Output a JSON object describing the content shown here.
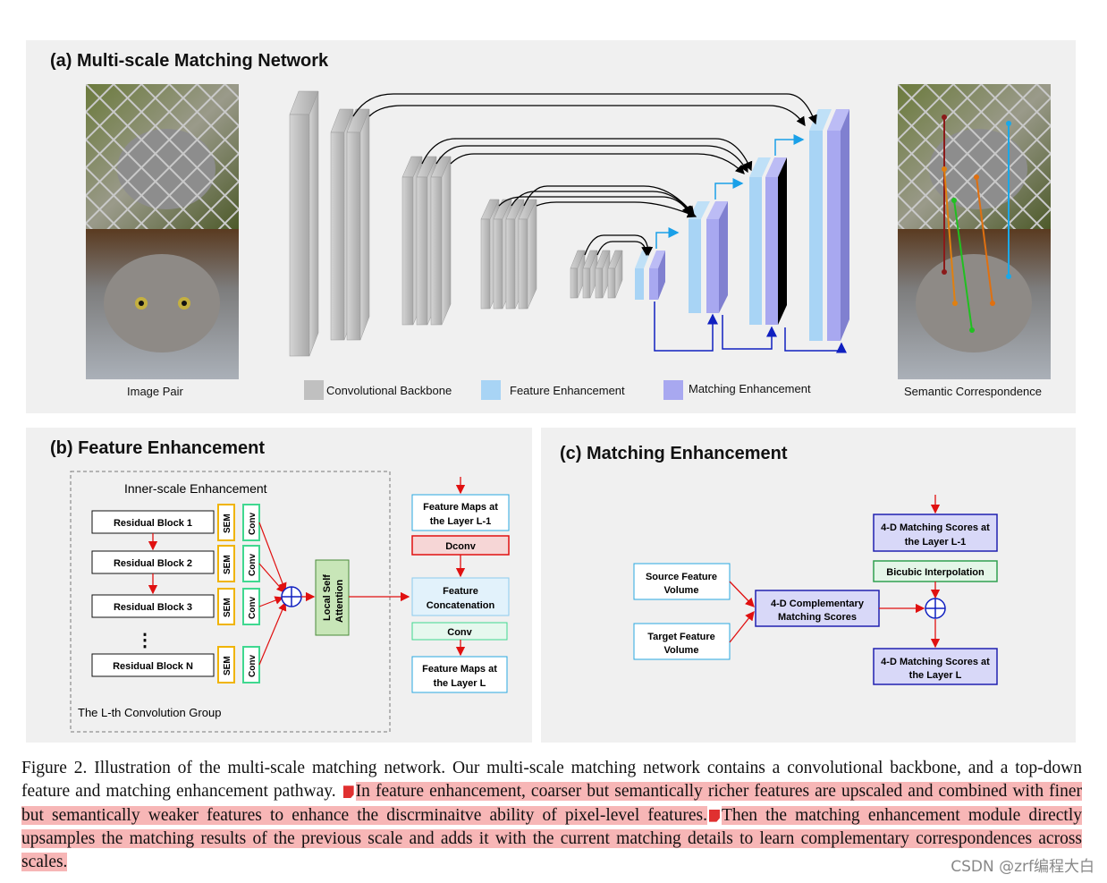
{
  "panel_a": {
    "title": "(a) Multi-scale Matching Network",
    "image_pair_label": "Image Pair",
    "semantic_label": "Semantic Correspondence",
    "legend": [
      {
        "label": "Convolutional Backbone",
        "color": "#c0c0c0"
      },
      {
        "label": "Feature Enhancement",
        "color": "#a8d4f5"
      },
      {
        "label": "Matching Enhancement",
        "color": "#a8a8f0"
      }
    ]
  },
  "panel_b": {
    "title": "(b) Feature Enhancement",
    "inner_title": "Inner-scale Enhancement",
    "blocks": [
      "Residual Block  1",
      "Residual Block  2",
      "Residual Block  3",
      "Residual Block  N"
    ],
    "dots": "⋮",
    "sem": "SEM",
    "conv": "Conv",
    "lsa": [
      "Local Self",
      "Attention"
    ],
    "group_label": "The L-th Convolution Group",
    "fm_prev": [
      "Feature Maps at",
      "the Layer L-1"
    ],
    "dconv": "Dconv",
    "concat": [
      "Feature",
      "Concatenation"
    ],
    "conv_box": "Conv",
    "fm_cur": [
      "Feature Maps at",
      "the Layer L"
    ]
  },
  "panel_c": {
    "title": "(c) Matching Enhancement",
    "source": [
      "Source Feature",
      "Volume"
    ],
    "target": [
      "Target Feature",
      "Volume"
    ],
    "complementary": [
      "4-D Complementary",
      "Matching Scores"
    ],
    "scores_prev": [
      "4-D Matching Scores at",
      "the Layer L-1"
    ],
    "bicubic": "Bicubic Interpolation",
    "scores_cur": [
      "4-D Matching Scores at",
      "the Layer L"
    ]
  },
  "caption": {
    "plain": "Figure 2. Illustration of the multi-scale matching network.  Our multi-scale matching network contains a convolutional backbone, and a top-down feature and matching enhancement pathway. ",
    "highlight1": "In feature enhancement, coarser but semantically richer features are upscaled and combined with finer but semantically weaker features to enhance the discrminaitve ability of pixel-level features.",
    "highlight2": "Then the matching enhancement module directly upsamples the matching results of the previous scale and adds it with the current matching details to learn complementary correspondences across scales."
  },
  "watermark": "CSDN @zrf编程大白"
}
